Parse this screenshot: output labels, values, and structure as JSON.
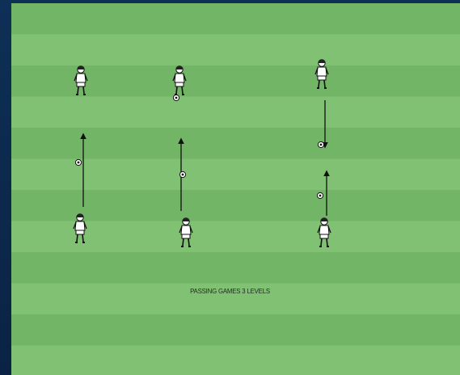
{
  "caption": "PASSING GAMES 3 LEVELS",
  "colors": {
    "frame": "#0d2a4e",
    "pitch_stripe_dark": "#72b567",
    "pitch_stripe_light": "#81c174",
    "player_kit": "#ffffff",
    "player_outline": "#111111",
    "arrow": "#111111"
  },
  "levels": [
    {
      "level": 1,
      "top_player": "standing",
      "bottom_player": "passer",
      "ball_with": "in-flight",
      "pass_direction": "up"
    },
    {
      "level": 2,
      "top_player": "receiving",
      "bottom_player": "passer",
      "ball_with": "in-flight",
      "pass_direction": "up"
    },
    {
      "level": 3,
      "top_player": "passer",
      "bottom_player": "passer",
      "ball_with": "two-balls",
      "pass_direction": "both"
    }
  ]
}
